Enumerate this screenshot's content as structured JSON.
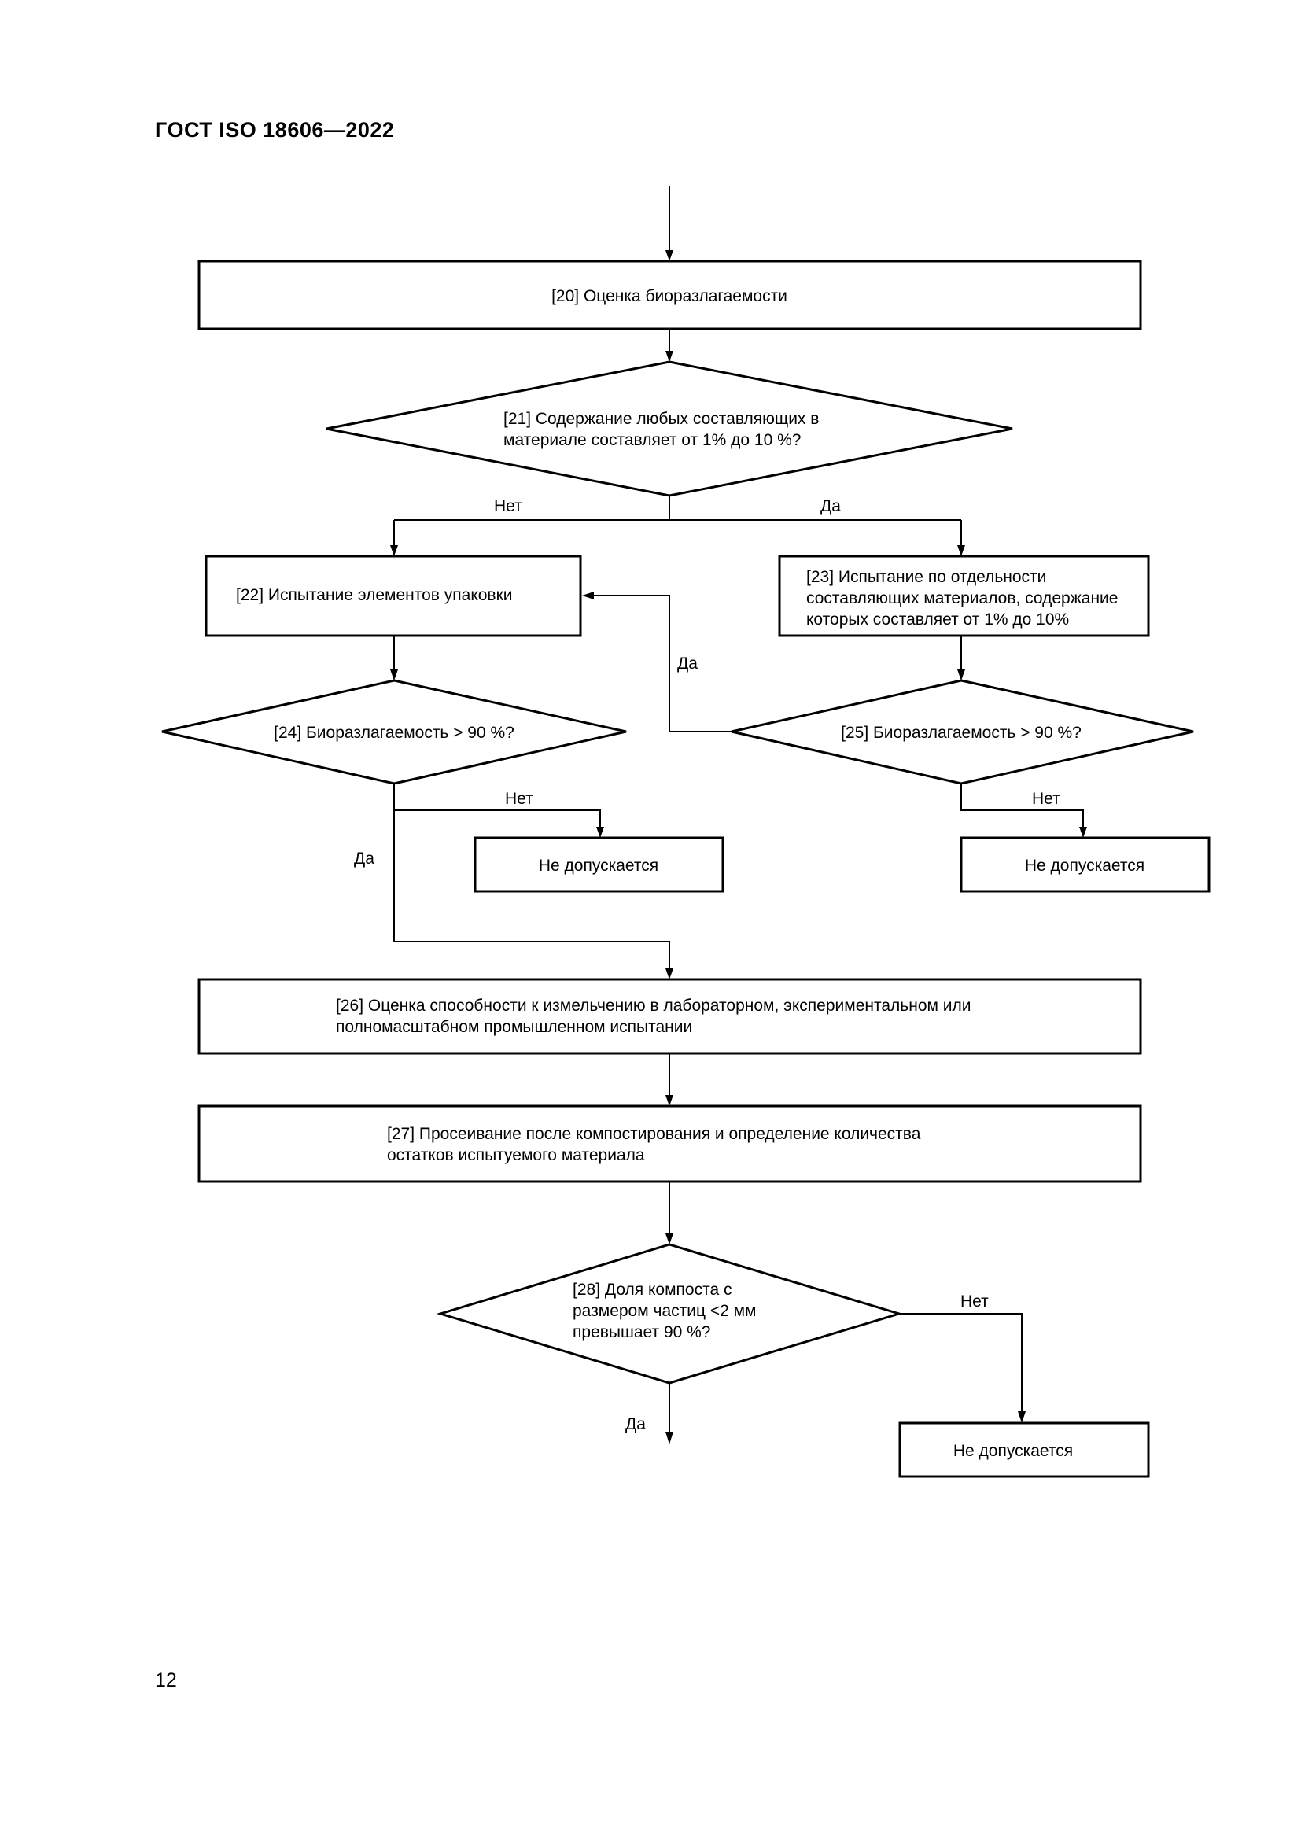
{
  "header": {
    "title": "ГОСТ  ISO 18606—2022"
  },
  "page_number": "12",
  "flowchart": {
    "box_20": {
      "lines": [
        "[20] Оценка биоразлагаемости"
      ]
    },
    "diamond_21": {
      "lines": [
        "[21] Содержание любых составляющих в",
        "материале составляет от 1% до 10 %?"
      ]
    },
    "label_21_no": "Нет",
    "label_21_yes": "Да",
    "box_22": {
      "lines": [
        "[22] Испытание элементов упаковки"
      ]
    },
    "box_23": {
      "lines": [
        "[23] Испытание по отдельности",
        "составляющих материалов, содержание",
        "которых составляет от 1% до 10%"
      ]
    },
    "diamond_24": {
      "lines": [
        "[24] Биоразлагаемость > 90 %?"
      ]
    },
    "diamond_25": {
      "lines": [
        "[25] Биоразлагаемость > 90 %?"
      ]
    },
    "label_25_yes": "Да",
    "label_24_no": "Нет",
    "label_24_yes": "Да",
    "label_25_no": "Нет",
    "reject_24": {
      "lines": [
        "Не допускается"
      ]
    },
    "reject_25": {
      "lines": [
        "Не допускается"
      ]
    },
    "box_26": {
      "lines": [
        "[26] Оценка способности к измельчению в лабораторном, экспериментальном или",
        "полномасштабном промышленном испытании"
      ]
    },
    "box_27": {
      "lines": [
        "[27] Просеивание после компостирования и определение количества",
        "остатков испытуемого материала"
      ]
    },
    "diamond_28": {
      "lines": [
        "[28] Доля компоста с",
        "размером частиц <2 мм",
        "превышает 90 %?"
      ]
    },
    "label_28_no": "Нет",
    "label_28_yes": "Да",
    "reject_28": {
      "lines": [
        "Не допускается"
      ]
    }
  }
}
